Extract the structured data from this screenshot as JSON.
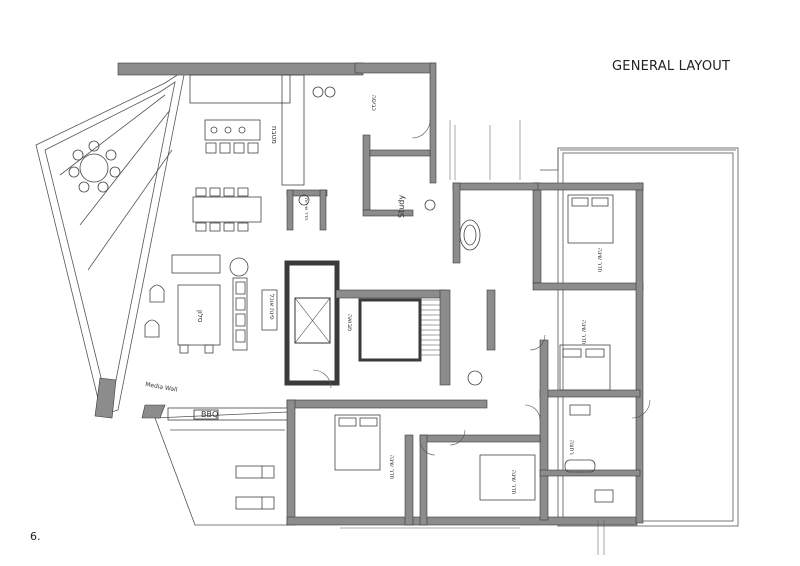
{
  "header": {
    "title": "GENERAL LAYOUT"
  },
  "footer": {
    "page_number": "6."
  },
  "plan": {
    "room_labels": {
      "study": "Study",
      "bbq": "BBQ",
      "media_wall": "Media Wall"
    },
    "hebrew_labels": {
      "kitchen": "מטבח",
      "living": "סלון",
      "dining": "פינת אוכל",
      "service_room": "חדר שירות",
      "elevator_lobby": "מבואה",
      "master_bedroom": "חדר שינה",
      "bedroom_1": "חדר שינה",
      "bedroom_2": "חדר שינה",
      "bedroom_3": "חדר שינה",
      "laundry": "כביסה",
      "bathroom": "רחצה"
    },
    "wall_color": "#8c8c8c",
    "wall_edge_color": "#3a3a3a",
    "line_color": "#555555"
  }
}
